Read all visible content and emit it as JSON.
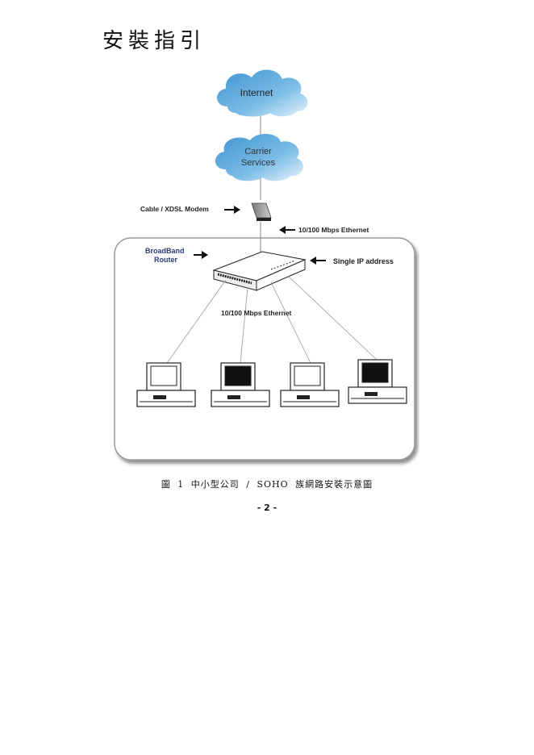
{
  "page": {
    "title": "安裝指引",
    "caption": "圖 1 中小型公司 / SOHO 族網路安裝示意圖",
    "page_number": "- 2 -"
  },
  "diagram": {
    "internet_label": "Internet",
    "carrier_label_line1": "Carrier",
    "carrier_label_line2": "Services",
    "modem_label": "Cable / XDSL Modem",
    "wan_ethernet_label": "10/100 Mbps Ethernet",
    "router_label_line1": "BroadBand",
    "router_label_line2": "Router",
    "single_ip_label": "Single IP address",
    "lan_ethernet_label": "10/100 Mbps Ethernet",
    "colors": {
      "cloud": "#5aa8dc",
      "router_label": "#2b3a7a",
      "line": "#888888"
    }
  }
}
